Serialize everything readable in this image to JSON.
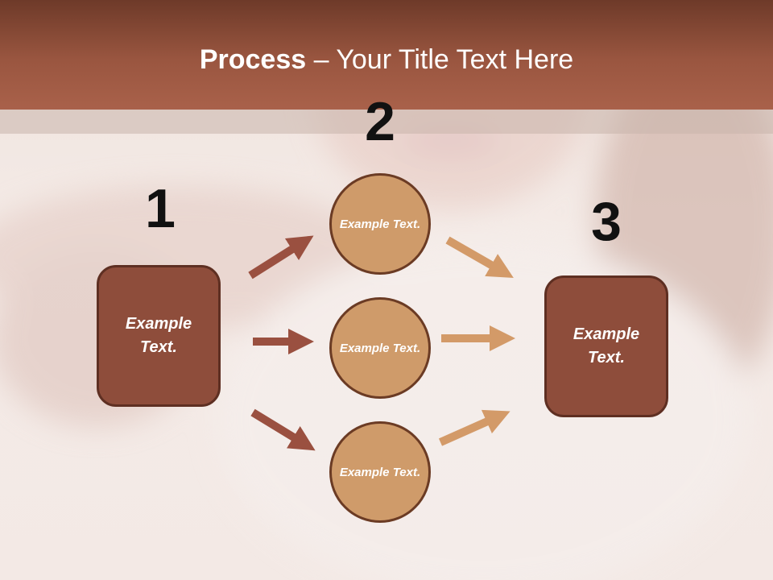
{
  "slide": {
    "title_bold": "Process",
    "title_rest": " – Your Title Text Here"
  },
  "steps": {
    "step1_number": "1",
    "step2_number": "2",
    "step3_number": "3"
  },
  "left_box": {
    "text": "Example Text."
  },
  "circles": [
    {
      "text": "Example Text."
    },
    {
      "text": "Example Text."
    },
    {
      "text": "Example Text."
    }
  ],
  "right_box": {
    "text": "Example Text."
  },
  "colors": {
    "header": "#9a5640",
    "box_fill": "#8e4d3b",
    "circle_fill": "#cf9b6a",
    "arrow_dark": "#9a5040",
    "arrow_light": "#d39a68"
  }
}
